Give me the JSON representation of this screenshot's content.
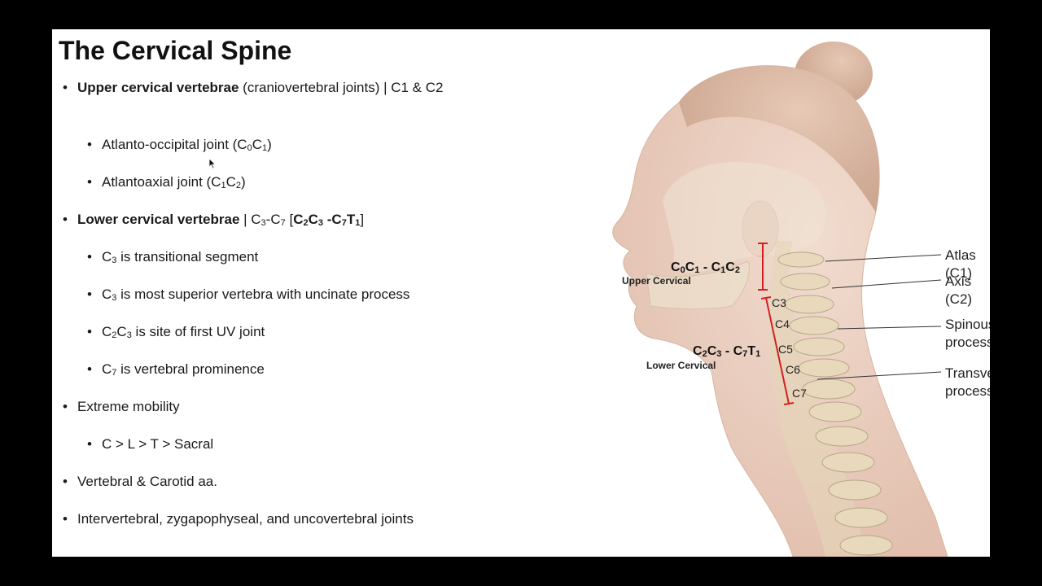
{
  "slide": {
    "title": "The Cervical Spine",
    "bullets": {
      "upper": {
        "bold": "Upper cervical vertebrae",
        "rest": " (craniovertebral joints) | C1 & C2"
      },
      "ao": {
        "a": "Atlanto-occipital joint (C",
        "s1": "0",
        "b": "C",
        "s2": "1",
        "c": ")"
      },
      "aa": {
        "a": "Atlantoaxial joint (C",
        "s1": "1",
        "b": "C",
        "s2": "2",
        "c": ")"
      },
      "lower": {
        "bold": "Lower cervical vertebrae",
        "t1": " | C",
        "s1": "3",
        "t2": "-C",
        "s2": "7",
        "t3": " [",
        "b1": "C",
        "bs1": "2",
        "b2": "C",
        "bs2": "3",
        "b3": " -C",
        "bs3": "7",
        "b4": "T",
        "bs4": "1",
        "t4": "]"
      },
      "c3trans": {
        "a": "C",
        "s": "3",
        "b": " is transitional segment"
      },
      "c3sup": {
        "a": "C",
        "s": "3",
        "b": " is most superior vertebra with uncinate process"
      },
      "c2c3": {
        "a": "C",
        "s1": "2",
        "b": "C",
        "s2": "3",
        "c": " is site of first UV joint"
      },
      "c7": {
        "a": "C",
        "s": "7",
        "b": " is vertebral prominence"
      },
      "mobility": "Extreme mobility",
      "order": "C > L > T > Sacral",
      "arteries": "Vertebral & Carotid aa.",
      "joints": "Intervertebral, zygapophyseal, and uncovertebral joints"
    }
  },
  "figure": {
    "labels": {
      "atlas": "Atlas (C1)",
      "axis": "Axis (C2)",
      "spinous": "Spinous process",
      "transverse": "Transverse process"
    },
    "markers": [
      "C3",
      "C4",
      "C5",
      "C6",
      "C7"
    ],
    "upper_range": {
      "c1": "C",
      "s1": "0",
      "c2": "C",
      "s2": "1",
      "dash": " -  ",
      "c3": "C",
      "s3": "1",
      "c4": "C",
      "s4": "2",
      "label": "Upper Cervical"
    },
    "lower_range": {
      "c1": "C",
      "s1": "2",
      "c2": "C",
      "s2": "3",
      "dash": " -  ",
      "c3": "C",
      "s3": "7",
      "c4": "T",
      "s4": "1",
      "label": "Lower Cervical"
    },
    "colors": {
      "bracket": "#d42020",
      "skin": "#ecd2c4",
      "bone": "#e5d6b8",
      "hair": "#d9b8a4"
    }
  }
}
